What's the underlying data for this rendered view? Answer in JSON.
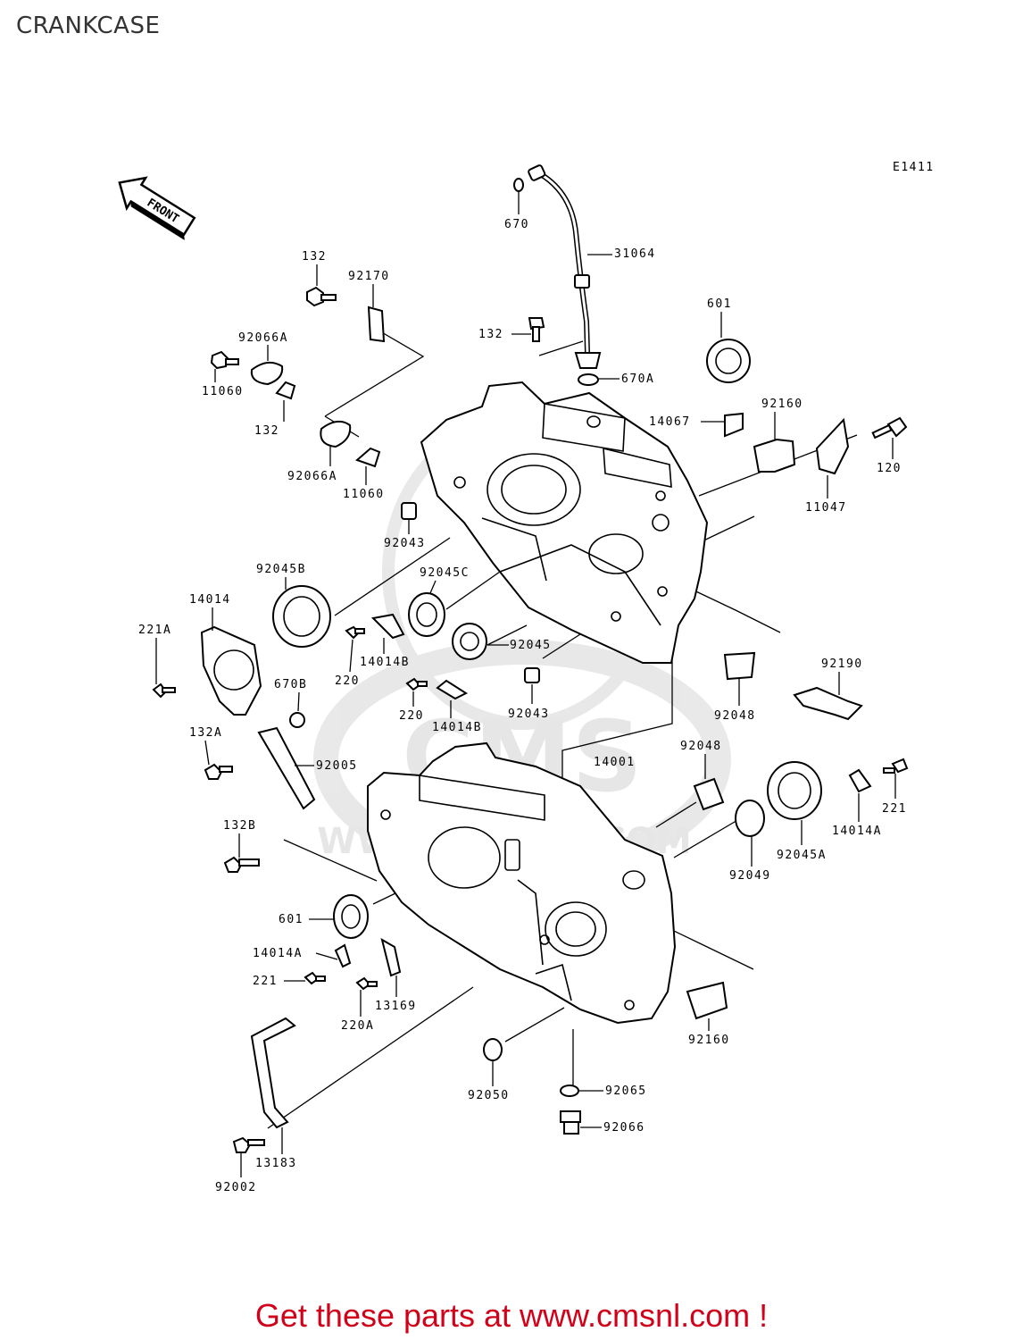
{
  "page": {
    "title": "CRANKCASE"
  },
  "diagram": {
    "ref_code": "E1411",
    "front_label": "FRONT",
    "watermark": {
      "main": "CMS",
      "url": "WWW.CMSNL.COM"
    },
    "callouts": [
      {
        "id": "c1",
        "label": "670"
      },
      {
        "id": "c2",
        "label": "31064"
      },
      {
        "id": "c3",
        "label": "132"
      },
      {
        "id": "c4",
        "label": "92170"
      },
      {
        "id": "c5",
        "label": "92066A"
      },
      {
        "id": "c6",
        "label": "132"
      },
      {
        "id": "c7",
        "label": "11060"
      },
      {
        "id": "c8",
        "label": "132"
      },
      {
        "id": "c9",
        "label": "601"
      },
      {
        "id": "c10",
        "label": "670A"
      },
      {
        "id": "c11",
        "label": "14067"
      },
      {
        "id": "c12",
        "label": "92160"
      },
      {
        "id": "c13",
        "label": "92066A"
      },
      {
        "id": "c14",
        "label": "11060"
      },
      {
        "id": "c15",
        "label": "120"
      },
      {
        "id": "c16",
        "label": "11047"
      },
      {
        "id": "c17",
        "label": "92043"
      },
      {
        "id": "c18",
        "label": "92045B"
      },
      {
        "id": "c19",
        "label": "92045C"
      },
      {
        "id": "c20",
        "label": "14014"
      },
      {
        "id": "c21",
        "label": "221A"
      },
      {
        "id": "c22",
        "label": "14014B"
      },
      {
        "id": "c23",
        "label": "92045"
      },
      {
        "id": "c24",
        "label": "220"
      },
      {
        "id": "c25",
        "label": "670B"
      },
      {
        "id": "c26",
        "label": "220"
      },
      {
        "id": "c27",
        "label": "92043"
      },
      {
        "id": "c28",
        "label": "14014B"
      },
      {
        "id": "c29",
        "label": "92048"
      },
      {
        "id": "c30",
        "label": "92190"
      },
      {
        "id": "c31",
        "label": "132A"
      },
      {
        "id": "c32",
        "label": "92005"
      },
      {
        "id": "c33",
        "label": "14001"
      },
      {
        "id": "c34",
        "label": "92048"
      },
      {
        "id": "c35",
        "label": "221"
      },
      {
        "id": "c36",
        "label": "132B"
      },
      {
        "id": "c37",
        "label": "14014A"
      },
      {
        "id": "c38",
        "label": "92045A"
      },
      {
        "id": "c39",
        "label": "92049"
      },
      {
        "id": "c40",
        "label": "601"
      },
      {
        "id": "c41",
        "label": "14014A"
      },
      {
        "id": "c42",
        "label": "221"
      },
      {
        "id": "c43",
        "label": "220A"
      },
      {
        "id": "c44",
        "label": "13169"
      },
      {
        "id": "c45",
        "label": "92160"
      },
      {
        "id": "c46",
        "label": "92050"
      },
      {
        "id": "c47",
        "label": "92065"
      },
      {
        "id": "c48",
        "label": "92066"
      },
      {
        "id": "c49",
        "label": "13183"
      },
      {
        "id": "c50",
        "label": "92002"
      }
    ]
  },
  "footer": {
    "link_text": "Get these parts at www.cmsnl.com !",
    "color": "#d0021b"
  }
}
